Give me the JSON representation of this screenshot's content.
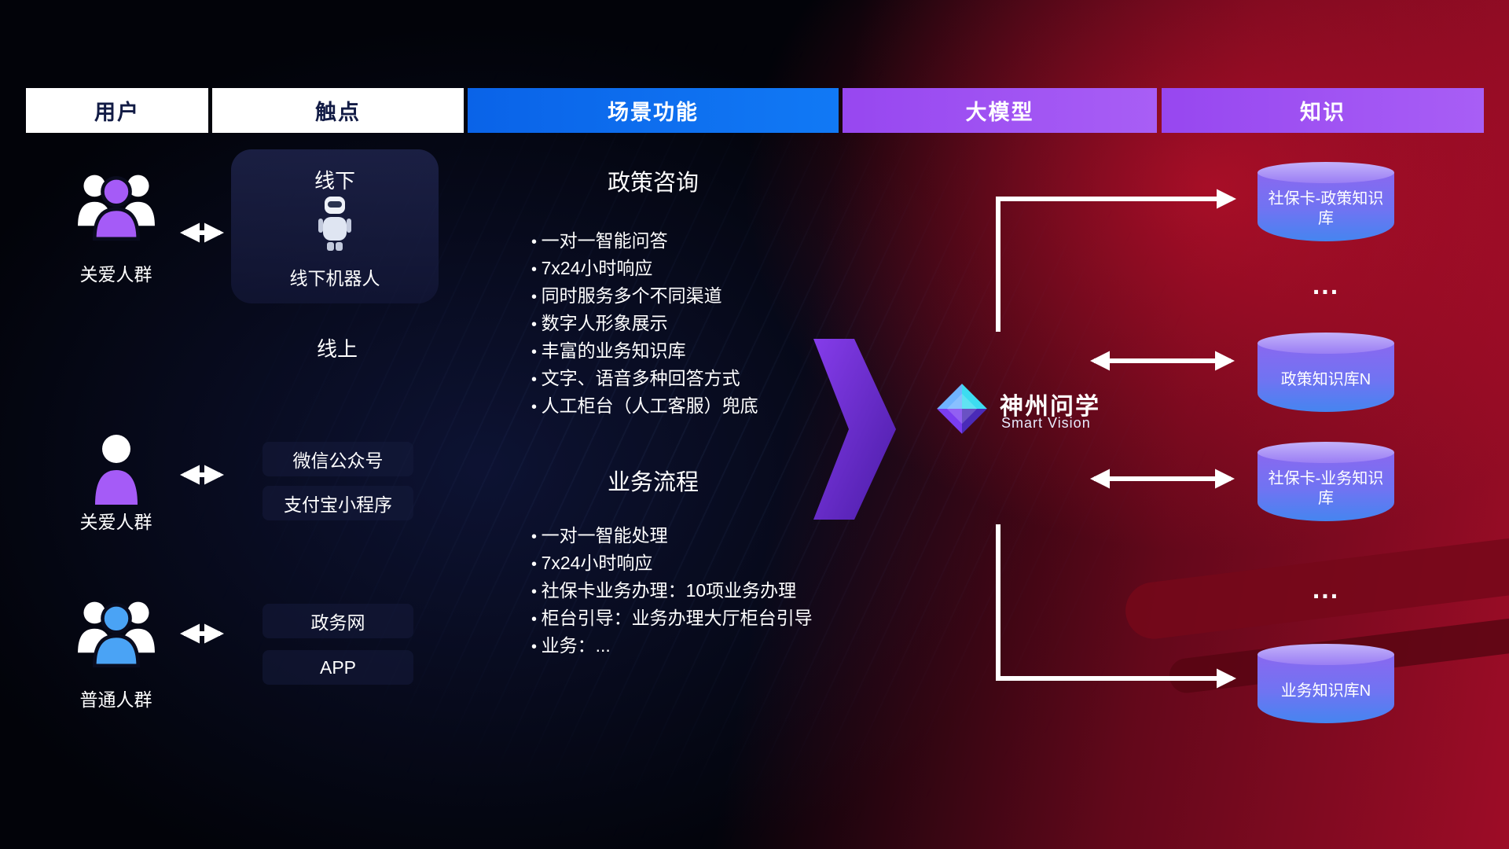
{
  "headers": [
    {
      "label": "用户"
    },
    {
      "label": "触点"
    },
    {
      "label": "场景功能"
    },
    {
      "label": "大模型"
    },
    {
      "label": "知识"
    }
  ],
  "users": [
    {
      "label": "关爱人群"
    },
    {
      "label": "关爱人群"
    },
    {
      "label": "普通人群"
    }
  ],
  "touchpoints": {
    "offline_title": "线下",
    "offline_robot": "线下机器人",
    "online_title": "线上",
    "channels": [
      "微信公众号",
      "支付宝小程序",
      "政务网",
      "APP"
    ]
  },
  "scenarios": [
    {
      "title": "政策咨询",
      "items": [
        "一对一智能问答",
        "7x24小时响应",
        "同时服务多个不同渠道",
        "数字人形象展示",
        "丰富的业务知识库",
        "文字、语音多种回答方式",
        "人工柜台（人工客服）兜底"
      ]
    },
    {
      "title": "业务流程",
      "items": [
        "一对一智能处理",
        "7x24小时响应",
        "社保卡业务办理：10项业务办理",
        "柜台引导：业务办理大厅柜台引导",
        "业务：..."
      ]
    }
  ],
  "model": {
    "name": "神州问学",
    "subtitle": "Smart Vision"
  },
  "knowledge": {
    "db1": "社保卡-政策知识库",
    "ellipsis1": "...",
    "db2": "政策知识库N",
    "db3": "社保卡-业务知识库",
    "ellipsis2": "...",
    "db4": "业务知识库N"
  },
  "colors": {
    "header_blue": "#0a6cf0",
    "header_purple": "#a254f2",
    "accent_purple": "#a55bf7",
    "accent_blue": "#4aa3f5",
    "db_top": "#b39df8",
    "db_bottom": "#4585f0"
  }
}
